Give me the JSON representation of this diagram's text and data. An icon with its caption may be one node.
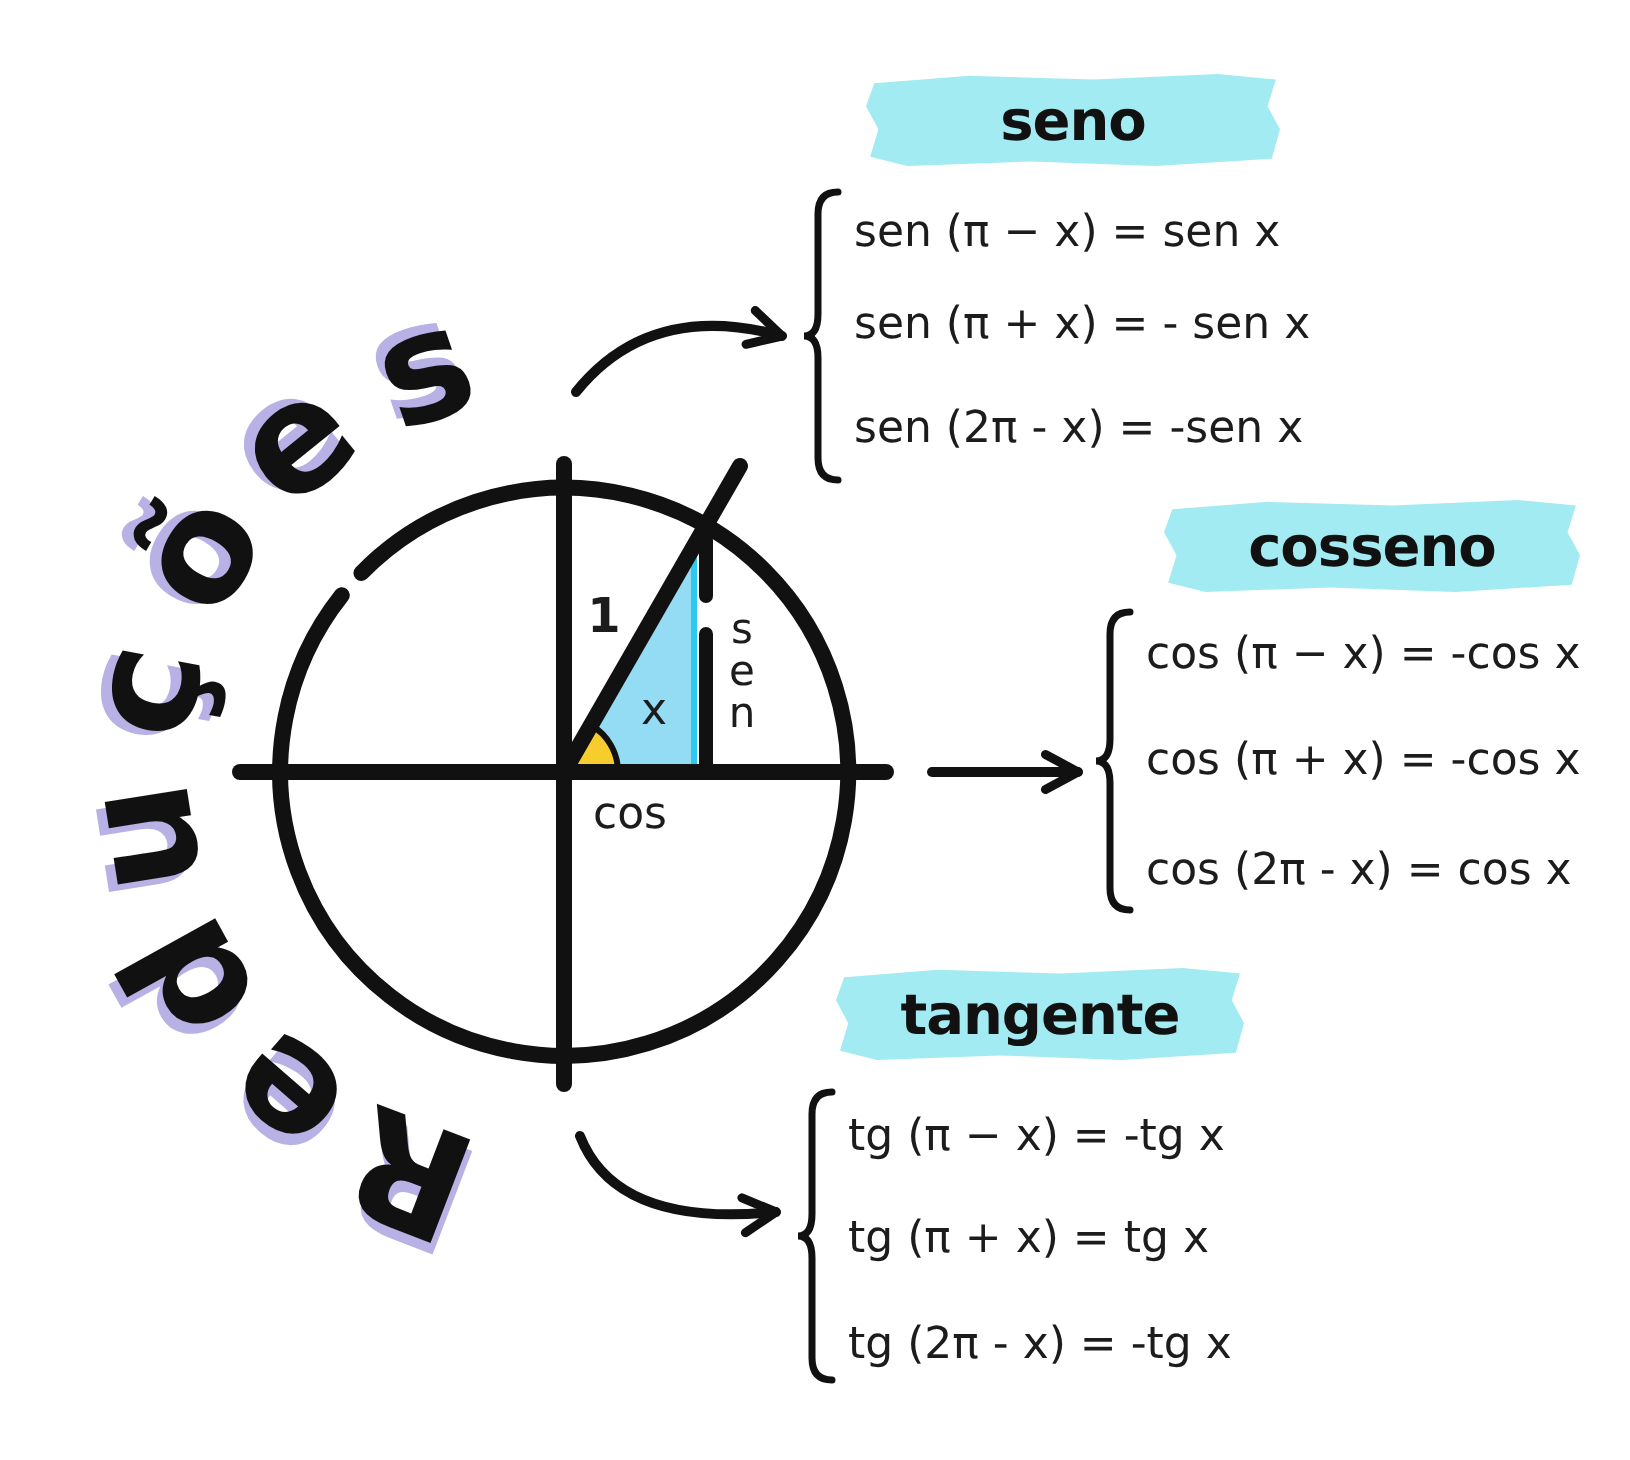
{
  "diagram": {
    "title": "Reduções",
    "nodes": [
      {
        "text": [
          "1",
          "x",
          "sen",
          "cos"
        ]
      },
      {
        "text": [
          "seno"
        ]
      },
      {
        "text": [
          "sen (π − x) = sen x",
          "sen (π + x) = - sen x",
          "sen (2π - x) = -sen x"
        ]
      },
      {
        "text": [
          "cosseno"
        ]
      },
      {
        "text": [
          "cos (π − x) = -cos x",
          "cos (π + x) = -cos x",
          "cos (2π - x) = cos x"
        ]
      },
      {
        "text": [
          "tangente"
        ]
      },
      {
        "text": [
          "tg (π − x) = -tg x",
          "tg (π + x) = tg x",
          "tg (2π - x) = -tg x"
        ]
      }
    ],
    "edges": [
      {
        "from": 0,
        "to": 2,
        "arrow": "to"
      },
      {
        "from": 0,
        "to": 4,
        "arrow": "to"
      },
      {
        "from": 0,
        "to": 6,
        "arrow": "to"
      }
    ]
  }
}
